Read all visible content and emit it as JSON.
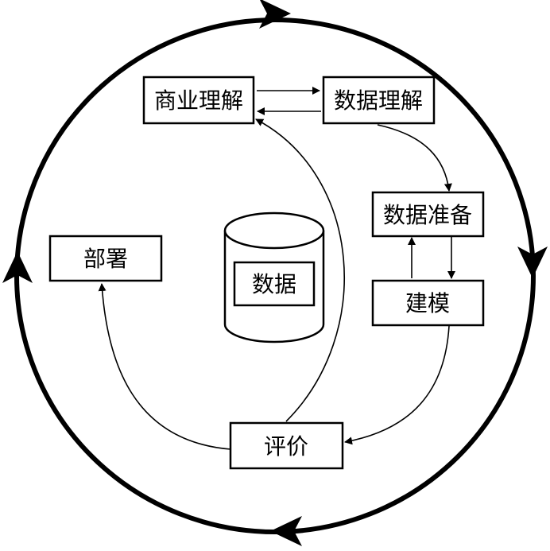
{
  "nodes": {
    "business_understanding": "商业理解",
    "data_understanding": "数据理解",
    "data_preparation": "数据准备",
    "modeling": "建模",
    "evaluation": "评价",
    "deployment": "部署",
    "data_store": "数据"
  }
}
